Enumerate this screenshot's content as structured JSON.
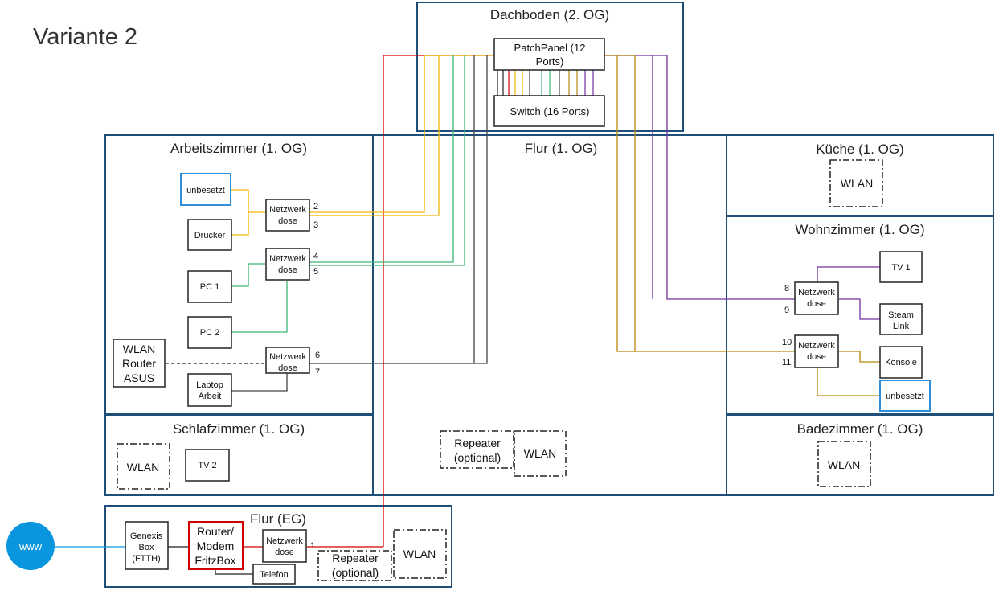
{
  "title": "Variante 2",
  "rooms": {
    "dachboden": "Dachboden (2. OG)",
    "arbeitszimmer": "Arbeitszimmer (1. OG)",
    "flur_og": "Flur (1. OG)",
    "kueche": "Küche (1. OG)",
    "wohnzimmer": "Wohnzimmer (1. OG)",
    "schlafzimmer": "Schlafzimmer (1. OG)",
    "badezimmer": "Badezimmer (1. OG)",
    "flur_eg": "Flur (EG)"
  },
  "devices": {
    "patchpanel": [
      "PatchPanel (12",
      "Ports)"
    ],
    "switch": "Switch (16 Ports)",
    "unbesetzt": "unbesetzt",
    "drucker": "Drucker",
    "pc1": "PC 1",
    "pc2": "PC 2",
    "wlan_router": [
      "WLAN",
      "Router",
      "ASUS"
    ],
    "laptop": [
      "Laptop",
      "Arbeit"
    ],
    "netzwerkdose": [
      "Netzwerk",
      "dose"
    ],
    "wlan": "WLAN",
    "tv1": "TV 1",
    "tv2": "TV 2",
    "steam_link": [
      "Steam",
      "Link"
    ],
    "konsole": "Konsole",
    "repeater": [
      "Repeater",
      "(optional)"
    ],
    "genexis": [
      "Genexis",
      "Box",
      "(FTTH)"
    ],
    "router_modem": [
      "Router/",
      "Modem",
      "FritzBox"
    ],
    "telefon": "Telefon",
    "www": "www"
  },
  "ports": [
    "1",
    "2",
    "3",
    "4",
    "5",
    "6",
    "7",
    "8",
    "9",
    "10",
    "11"
  ],
  "colors": {
    "room_border": "#1f4e79",
    "port1": "#d00000",
    "port2_3": "#f2b800",
    "port4_5": "#3cb371",
    "port6_7": "#444444",
    "port8_9": "#7030a0",
    "port10_11": "#b8860b",
    "unbesetzt_border": "#2f8fd8",
    "www": "#0a96de"
  }
}
